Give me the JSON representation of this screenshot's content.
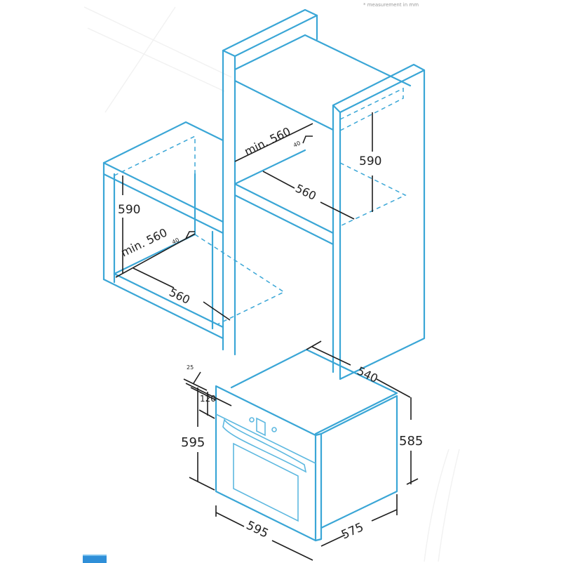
{
  "note": "* measurement in mm",
  "colors": {
    "outline": "#3aa6d6",
    "dimension": "#1f1f1f",
    "tab": "#2f8fd8"
  },
  "left_niche": {
    "height": "590",
    "min_depth": "min. 560",
    "gap": "40",
    "width": "560"
  },
  "tall_column_niche": {
    "height": "590",
    "min_depth": "min. 560",
    "gap": "40",
    "width": "560"
  },
  "oven": {
    "depth_body": "540",
    "panel_offset": "25",
    "control_height": "120",
    "front_height": "595",
    "body_height": "585",
    "front_width": "595",
    "body_width": "575"
  }
}
